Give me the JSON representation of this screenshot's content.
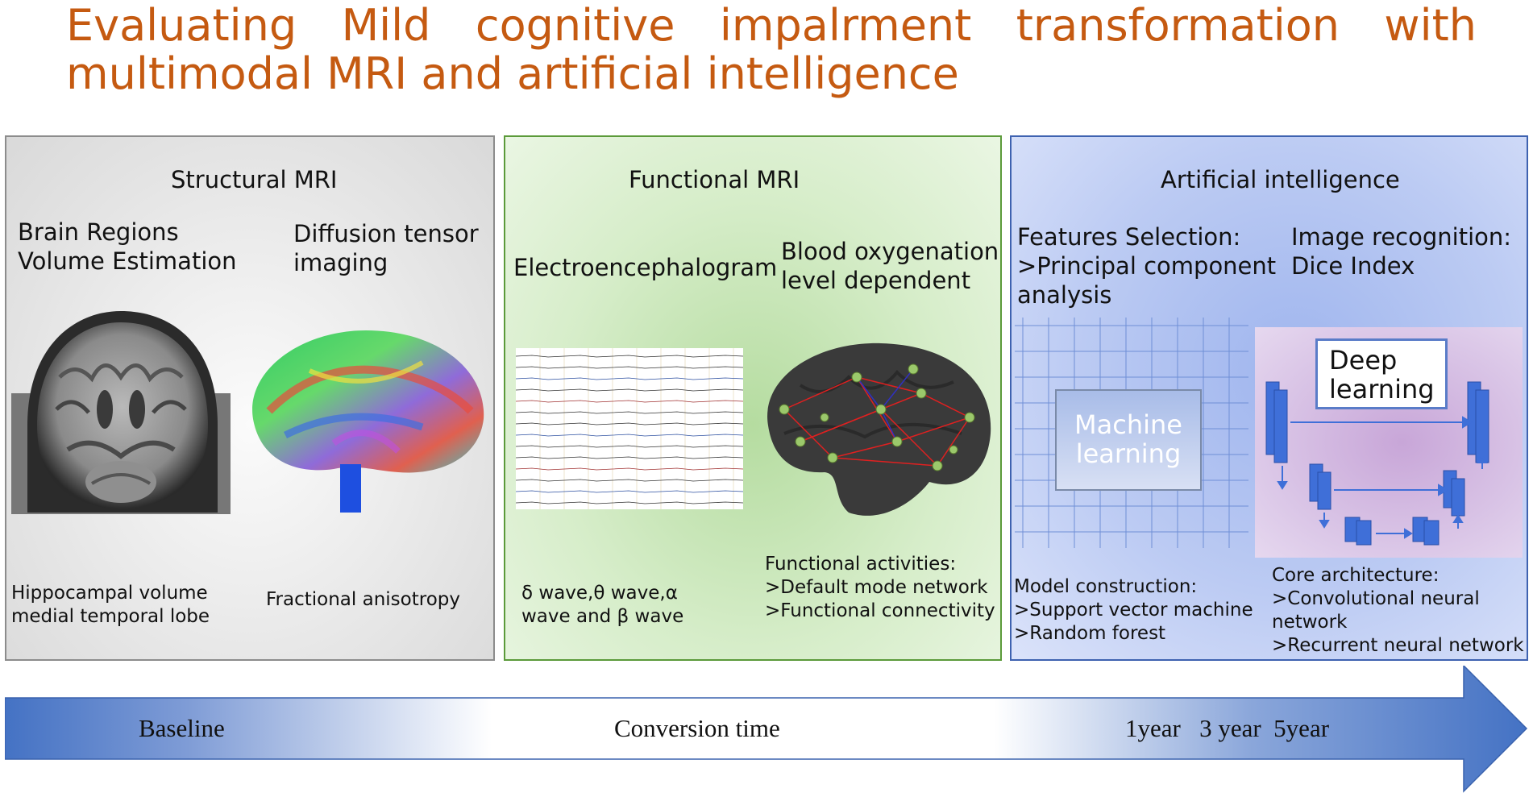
{
  "title": {
    "line1": "Evaluating Mild cognitive impalrment transformation with",
    "line2": "multimodal MRI and artificial intelligence"
  },
  "structural": {
    "heading": "Structural MRI",
    "brain_regions": [
      "Brain Regions",
      "Volume Estimation"
    ],
    "dti": [
      "Diffusion tensor",
      "imaging"
    ],
    "hippocampal": [
      "Hippocampal volume",
      "medial temporal lobe"
    ],
    "fa": "Fractional anisotropy"
  },
  "functional": {
    "heading": "Functional MRI",
    "eeg": "Electroencephalogram",
    "bold": [
      "Blood oxygenation",
      "level dependent"
    ],
    "waves": [
      "δ wave,θ wave,α",
      "wave and β wave"
    ],
    "activities": [
      "Functional activities:",
      ">Default mode network",
      ">Functional connectivity"
    ]
  },
  "ai": {
    "heading": "Artificial intelligence",
    "features": [
      "Features Selection:",
      ">Principal component",
      "analysis"
    ],
    "image_recognition": [
      "Image recognition:",
      "Dice Index"
    ],
    "machine_learning": [
      "Machine",
      "learning"
    ],
    "deep_learning": [
      "Deep",
      "learning"
    ],
    "model": [
      "Model construction:",
      ">Support vector machine",
      ">Random forest"
    ],
    "core": [
      "Core architecture:",
      ">Convolutional neural",
      "network",
      ">Recurrent neural network"
    ]
  },
  "timeline": {
    "baseline": "Baseline",
    "conversion": "Conversion time",
    "years": "1year   3 year  5year"
  },
  "colors": {
    "title": "#c55a11",
    "structural_border": "#8c8c8c",
    "functional_border": "#5b9a3a",
    "ai_border": "#3e62b0",
    "arrow": "#4472c4"
  }
}
